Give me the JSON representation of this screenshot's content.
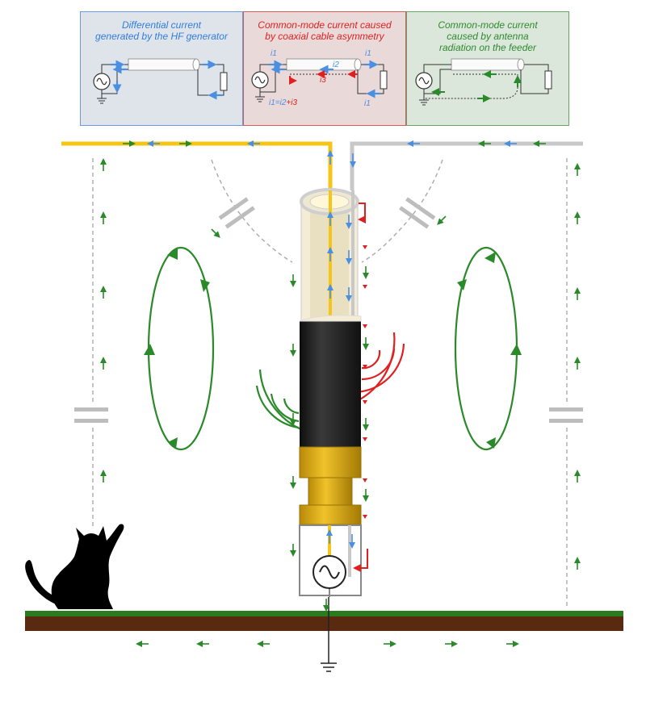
{
  "panels": [
    {
      "title": "Differential current\ngenerated by the HF generator",
      "title_color": "#2f7de0"
    },
    {
      "title": "Common-mode current caused\nby coaxial cable asymmetry",
      "title_color": "#e02020",
      "labels": {
        "i1_left": "i1",
        "i1_right": "i1",
        "i1_bottom": "i1",
        "i2": "i2",
        "i3": "i3",
        "equation_prefix": "i1=i2",
        "equation_suffix": "+i3"
      }
    },
    {
      "title": "Common-mode current\ncaused by antenna\nradiation on the feeder",
      "title_color": "#2f8a2f"
    }
  ],
  "colors": {
    "signal_wire": "#f5c518",
    "shield_wire": "#c8c8c8",
    "differential_arrow": "#4a8fe0",
    "common_mode_arrow": "#e02020",
    "radiation_arrow": "#2a8a2a",
    "ground_grass": "#2a7a1e",
    "ground_soil": "#5a2a10",
    "cable_jacket": "#1e1e1e",
    "connector": "#d9a514"
  },
  "icons": [
    "generator-icon",
    "ground-icon",
    "resistor-icon",
    "capacitor-icon",
    "cat-silhouette"
  ]
}
